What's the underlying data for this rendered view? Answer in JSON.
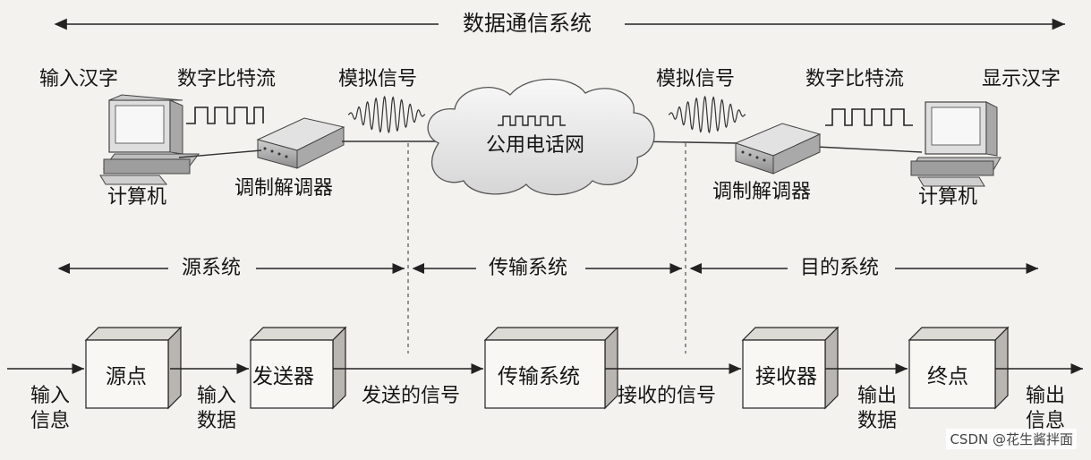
{
  "top": {
    "system_title": "数据通信系统",
    "left": {
      "input_label": "输入汉字",
      "bitstream_label": "数字比特流",
      "analog_label": "模拟信号",
      "computer_label": "计算机",
      "modem_label": "调制解调器"
    },
    "network_label": "公用电话网",
    "right": {
      "analog_label": "模拟信号",
      "bitstream_label": "数字比特流",
      "output_label": "显示汉字",
      "modem_label": "调制解调器",
      "computer_label": "计算机"
    }
  },
  "sections": {
    "source": "源系统",
    "transmission": "传输系统",
    "destination": "目的系统"
  },
  "blocks": {
    "source": "源点",
    "transmitter": "发送器",
    "transmission": "传输系统",
    "receiver": "接收器",
    "destination": "终点"
  },
  "flow": {
    "input_info_1": "输入",
    "input_info_2": "信息",
    "input_data_1": "输入",
    "input_data_2": "数据",
    "sent_signal": "发送的信号",
    "received_signal": "接收的信号",
    "output_data_1": "输出",
    "output_data_2": "数据",
    "output_info_1": "输出",
    "output_info_2": "信息"
  },
  "watermark": "CSDN @花生酱拌面",
  "colors": {
    "background": "#f4f2ef",
    "stroke": "#222222",
    "box_face": "#f8f7f4",
    "box_side": "#b9b6b1",
    "box_top": "#dcdad5"
  }
}
